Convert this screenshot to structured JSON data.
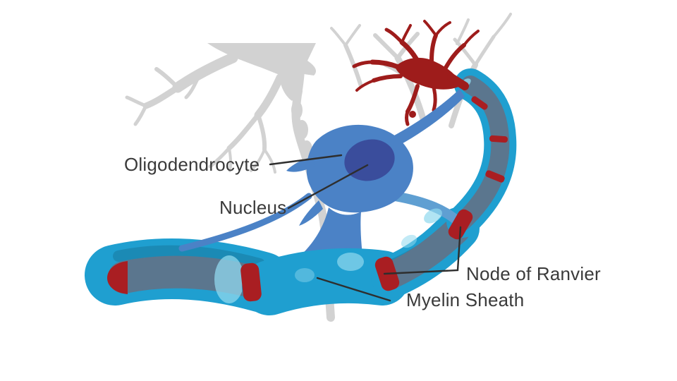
{
  "figure": {
    "labels": {
      "oligodendrocyte": "Oligodendrocyte",
      "nucleus": "Nucleus",
      "node_of_ranvier": "Node of Ranvier",
      "myelin_sheath": "Myelin Sheath"
    },
    "colors": {
      "background": "#ffffff",
      "myelin_cyan": "#1f9fd0",
      "myelin_dark_edge": "#1b86b0",
      "axon_core_slate": "#5b768e",
      "node_red": "#a91e22",
      "dendrite_red": "#9e1c1b",
      "cell_body_blue": "#4b82c6",
      "cell_process_blue": "#5f9fd2",
      "nucleus_blue": "#3a4d9c",
      "ghost_gray": "#d2d2d2",
      "highlight_cyan": "#90d8ee",
      "label_text": "#3a3a3a",
      "leader_line": "#2e2e2e"
    }
  }
}
